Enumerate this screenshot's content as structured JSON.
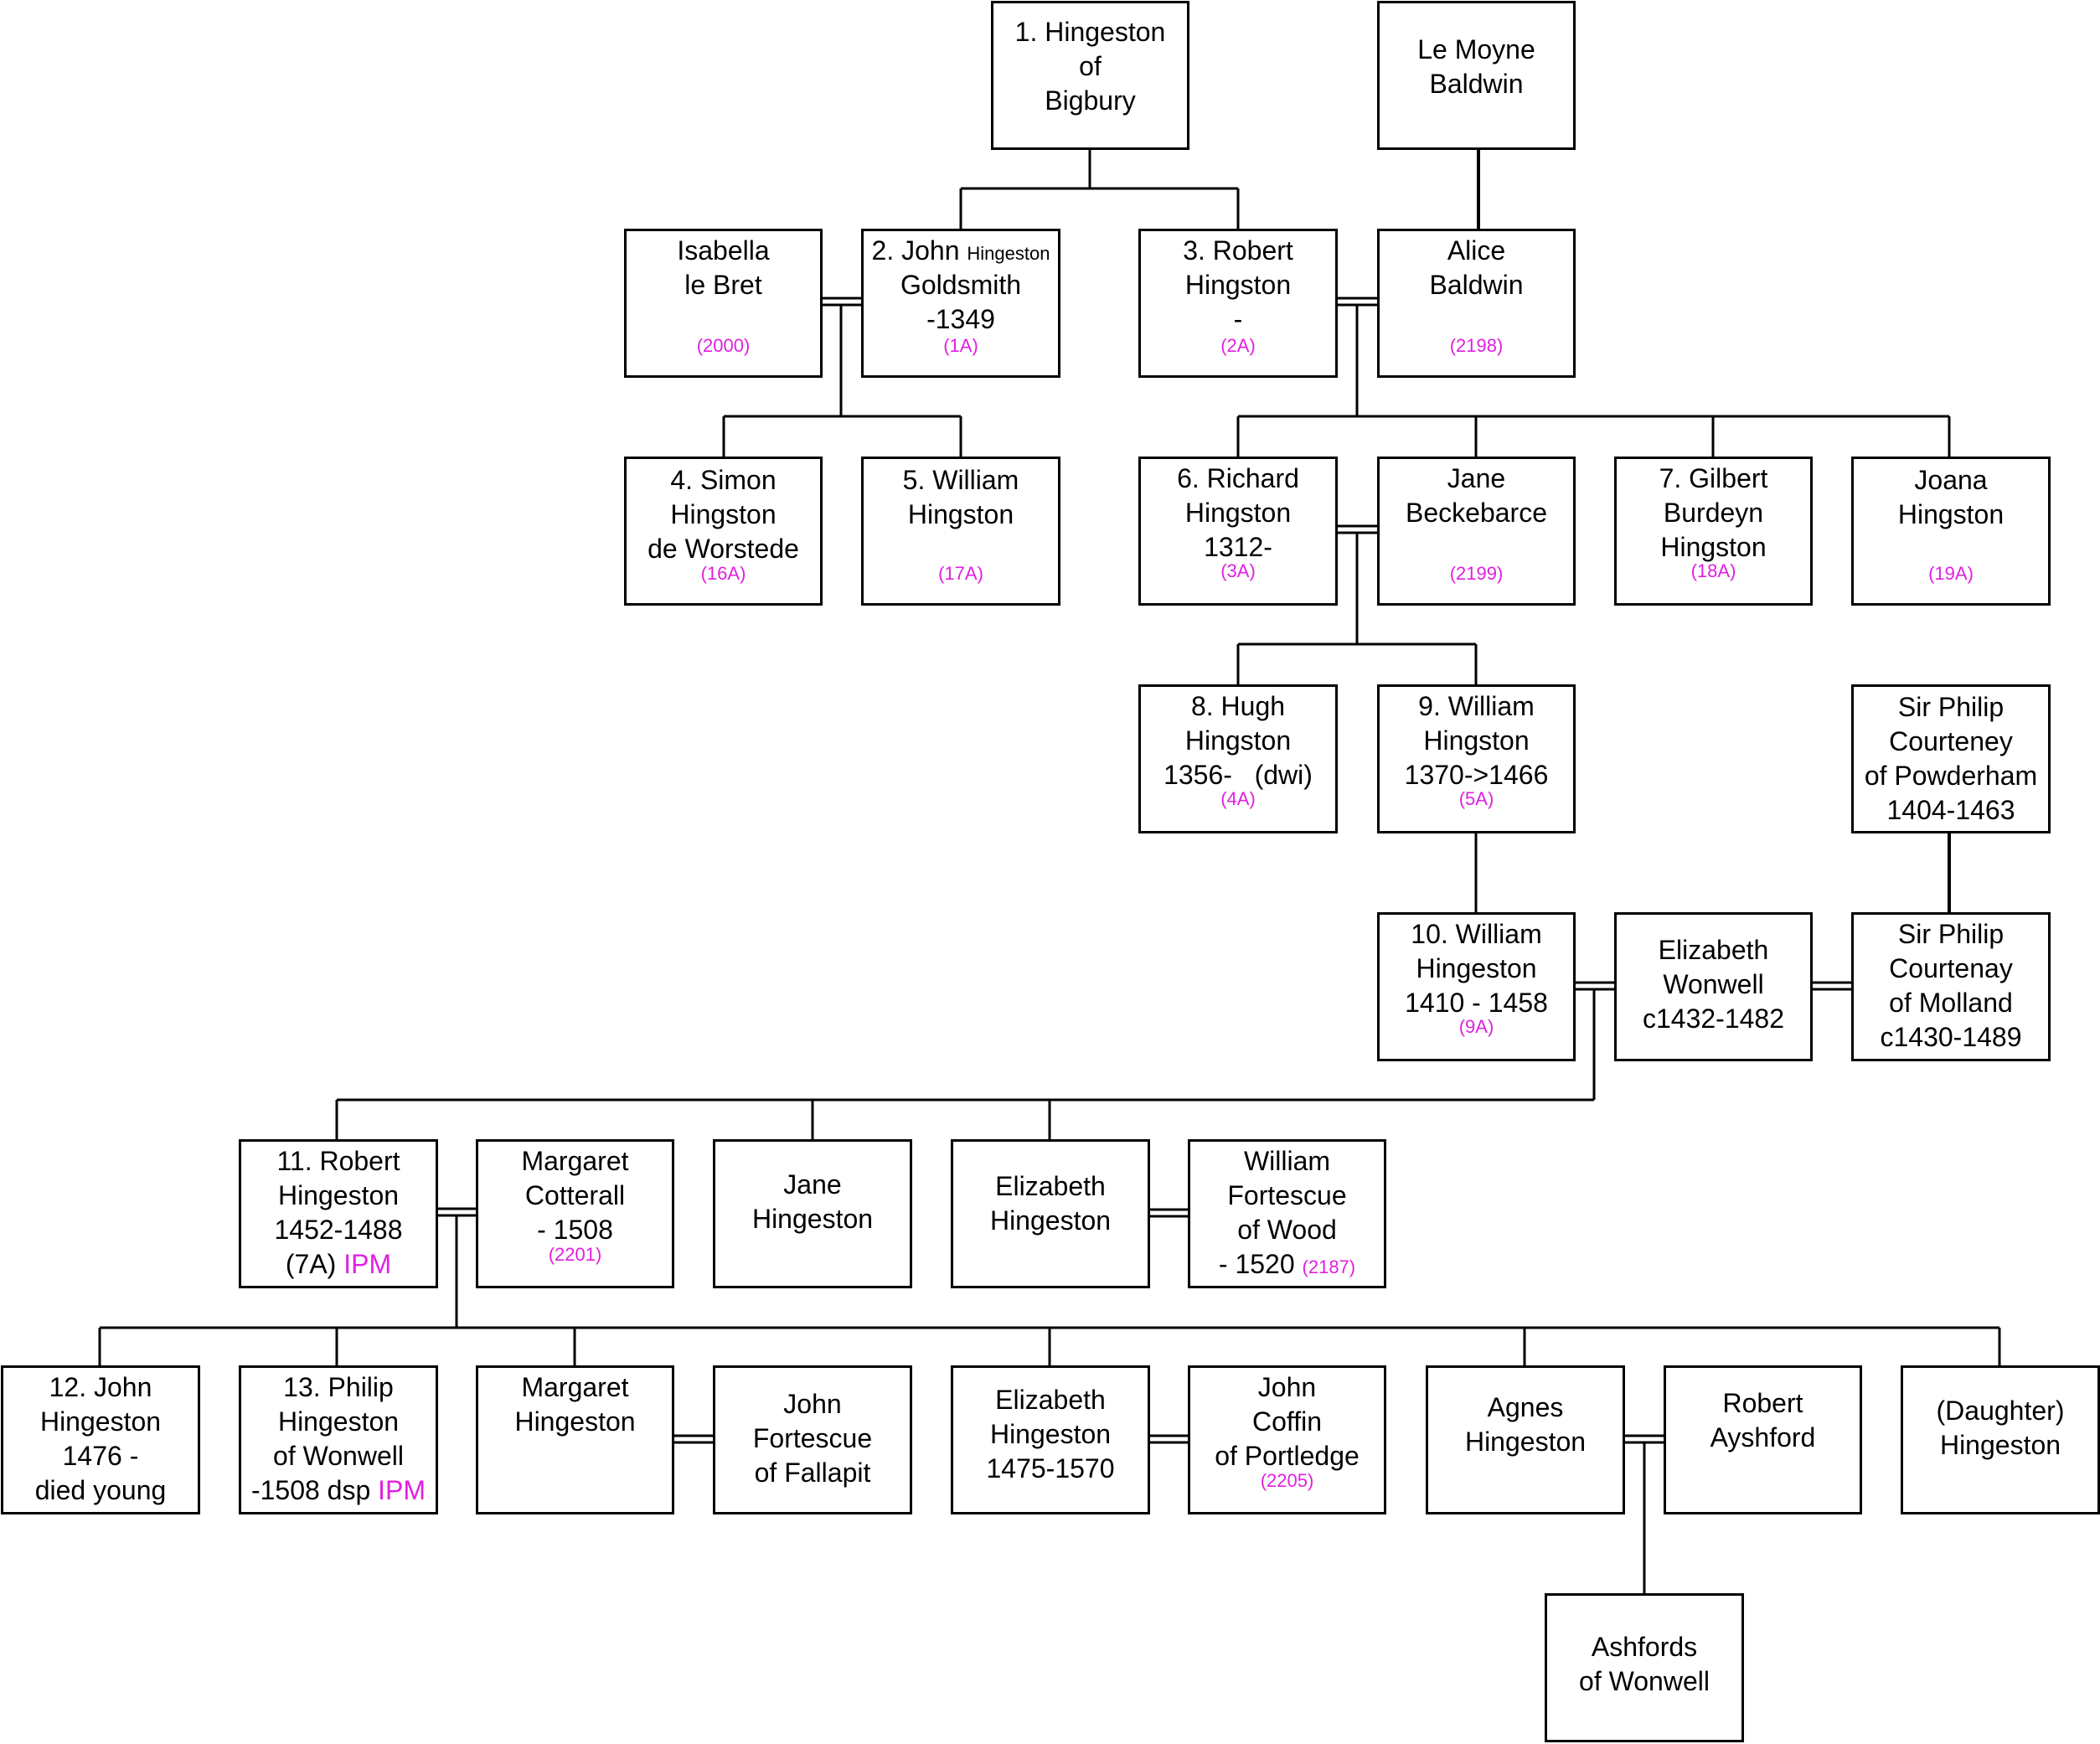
{
  "colors": {
    "line": "#000000",
    "ref": "#e020e0",
    "background": "#ffffff"
  },
  "people": {
    "p1": {
      "lines": [
        "1. Hingeston",
        "of",
        "Bigbury"
      ]
    },
    "lemoyne": {
      "lines": [
        "Le Moyne",
        "Baldwin"
      ]
    },
    "isabella": {
      "lines": [
        "Isabella",
        "le Bret"
      ],
      "ref": "(2000)"
    },
    "p2": {
      "line1": "2. John ",
      "line1_small": "Hingeston",
      "lines": [
        "Goldsmith",
        "-1349"
      ],
      "ref": "(1A)"
    },
    "p3": {
      "lines": [
        "3. Robert",
        "Hingston",
        "-"
      ],
      "ref": "(2A)"
    },
    "alice": {
      "lines": [
        "Alice",
        "Baldwin"
      ],
      "ref": "(2198)"
    },
    "p4": {
      "lines": [
        "4. Simon",
        "Hingston",
        "de Worstede"
      ],
      "ref": "(16A)"
    },
    "p5": {
      "lines": [
        "5. William",
        "Hingston"
      ],
      "ref": "(17A)"
    },
    "p6": {
      "lines": [
        "6. Richard",
        "Hingston",
        "1312-"
      ],
      "ref": "(3A)"
    },
    "jane_b": {
      "lines": [
        "Jane",
        "Beckebarce"
      ],
      "ref": "(2199)"
    },
    "p7": {
      "lines": [
        "7. Gilbert",
        "Burdeyn",
        "Hingston"
      ],
      "ref": "(18A)"
    },
    "joana": {
      "lines": [
        "Joana",
        "Hingston"
      ],
      "ref": "(19A)"
    },
    "p8": {
      "lines": [
        "8. Hugh",
        "Hingston",
        "1356-   (dwi)"
      ],
      "ref": "(4A)"
    },
    "p9": {
      "lines": [
        "9. William",
        "Hingston",
        "1370->1466"
      ],
      "ref": "(5A)"
    },
    "philip_p": {
      "lines": [
        "Sir Philip",
        "Courteney",
        "of Powderham",
        "1404-1463"
      ]
    },
    "p10": {
      "lines": [
        "10. William",
        "Hingeston",
        "1410 - 1458"
      ],
      "ref": "(9A)"
    },
    "elizabeth_w": {
      "lines": [
        "Elizabeth",
        "Wonwell",
        "c1432-1482"
      ]
    },
    "philip_m": {
      "lines": [
        "Sir Philip",
        "Courtenay",
        "of Molland",
        "c1430-1489"
      ]
    },
    "p11": {
      "lines": [
        "11. Robert",
        "Hingeston",
        "1452-1488"
      ],
      "last": "(7A) ",
      "ipm": "IPM"
    },
    "margaret_c": {
      "lines": [
        "Margaret",
        "Cotterall",
        "- 1508"
      ],
      "ref": "(2201)"
    },
    "jane_h": {
      "lines": [
        "Jane",
        "Hingeston"
      ]
    },
    "elizabeth_h1": {
      "lines": [
        "Elizabeth",
        "Hingeston"
      ]
    },
    "william_f": {
      "lines": [
        "William",
        "Fortescue",
        "of Wood"
      ],
      "last": "- 1520 ",
      "last_ref": "(2187)"
    },
    "p12": {
      "lines": [
        "12. John",
        "Hingeston",
        "1476 -",
        "died young"
      ]
    },
    "p13": {
      "lines": [
        "13. Philip",
        "Hingeston",
        "of Wonwell"
      ],
      "last": "-1508 dsp ",
      "ipm": "IPM"
    },
    "margaret_h": {
      "lines": [
        "Margaret",
        "Hingeston"
      ]
    },
    "john_f": {
      "lines": [
        "John",
        "Fortescue",
        "of Fallapit"
      ]
    },
    "elizabeth_h2": {
      "lines": [
        "Elizabeth",
        "Hingeston",
        "1475-1570"
      ]
    },
    "john_c": {
      "lines": [
        "John",
        "Coffin",
        "of Portledge"
      ],
      "ref": "(2205)"
    },
    "agnes": {
      "lines": [
        "Agnes",
        "Hingeston"
      ]
    },
    "robert_a": {
      "lines": [
        "Robert",
        "Ayshford"
      ]
    },
    "daughter": {
      "lines": [
        "(Daughter)",
        "Hingeston"
      ]
    },
    "ashfords": {
      "lines": [
        "Ashfords",
        "of Wonwell"
      ]
    }
  }
}
